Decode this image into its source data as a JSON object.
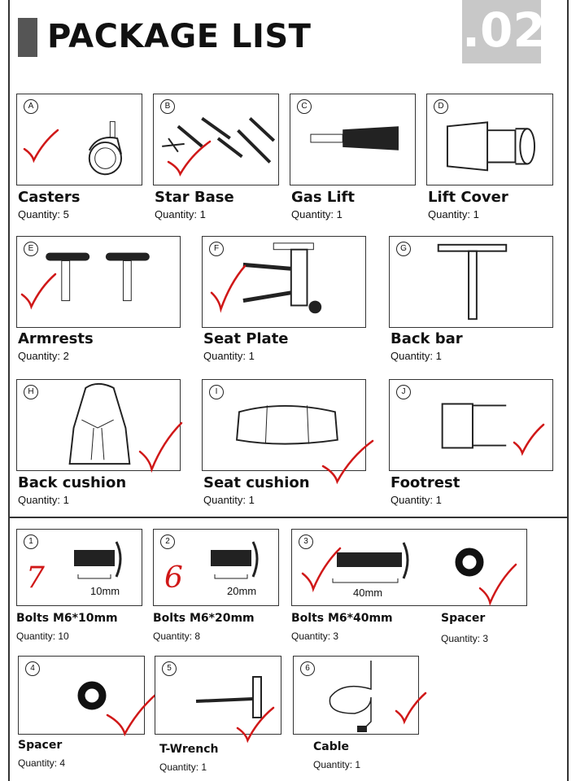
{
  "header": {
    "title": "PACKAGE LIST",
    "page_number": ".02"
  },
  "colors": {
    "check": "#d01818",
    "ink": "#222222"
  },
  "parts": [
    {
      "id": "A",
      "name": "Casters",
      "quantity": "Quantity: 5",
      "icon": "caster-icon",
      "checked": true
    },
    {
      "id": "B",
      "name": "Star Base",
      "quantity": "Quantity: 1",
      "icon": "star-base-icon",
      "checked": true
    },
    {
      "id": "C",
      "name": "Gas Lift",
      "quantity": "Quantity: 1",
      "icon": "gas-lift-icon",
      "checked": false
    },
    {
      "id": "D",
      "name": "Lift Cover",
      "quantity": "Quantity: 1",
      "icon": "lift-cover-icon",
      "checked": false
    },
    {
      "id": "E",
      "name": "Armrests",
      "quantity": "Quantity: 2",
      "icon": "armrest-icon",
      "checked": true
    },
    {
      "id": "F",
      "name": "Seat Plate",
      "quantity": "Quantity: 1",
      "icon": "seat-plate-icon",
      "checked": true
    },
    {
      "id": "G",
      "name": "Back bar",
      "quantity": "Quantity: 1",
      "icon": "back-bar-icon",
      "checked": false
    },
    {
      "id": "H",
      "name": "Back cushion",
      "quantity": "Quantity: 1",
      "icon": "back-cushion-icon",
      "checked": true
    },
    {
      "id": "I",
      "name": "Seat cushion",
      "quantity": "Quantity: 1",
      "icon": "seat-cushion-icon",
      "checked": true
    },
    {
      "id": "J",
      "name": "Footrest",
      "quantity": "Quantity: 1",
      "icon": "footrest-icon",
      "checked": true
    }
  ],
  "hardware": [
    {
      "id": "1",
      "name": "Bolts M6*10mm",
      "quantity": "Quantity: 10",
      "icon": "bolt-icon",
      "dimension": "10mm",
      "handwritten": "7",
      "checked": false
    },
    {
      "id": "2",
      "name": "Bolts M6*20mm",
      "quantity": "Quantity: 8",
      "icon": "bolt-icon",
      "dimension": "20mm",
      "handwritten": "6",
      "checked": false
    },
    {
      "id": "3",
      "name": "Bolts M6*40mm",
      "quantity": "Quantity: 3",
      "icon": "long-bolt-icon",
      "dimension": "40mm",
      "checked": true
    },
    {
      "id": "3b",
      "name": "Spacer",
      "quantity": "Quantity: 3",
      "icon": "spacer-icon",
      "checked": true
    },
    {
      "id": "4",
      "name": "Spacer",
      "quantity": "Quantity: 4",
      "icon": "spacer-icon",
      "checked": true
    },
    {
      "id": "5",
      "name": "T-Wrench",
      "quantity": "Quantity: 1",
      "icon": "t-wrench-icon",
      "checked": true
    },
    {
      "id": "6",
      "name": "Cable",
      "quantity": "Quantity: 1",
      "icon": "cable-icon",
      "checked": true
    }
  ]
}
